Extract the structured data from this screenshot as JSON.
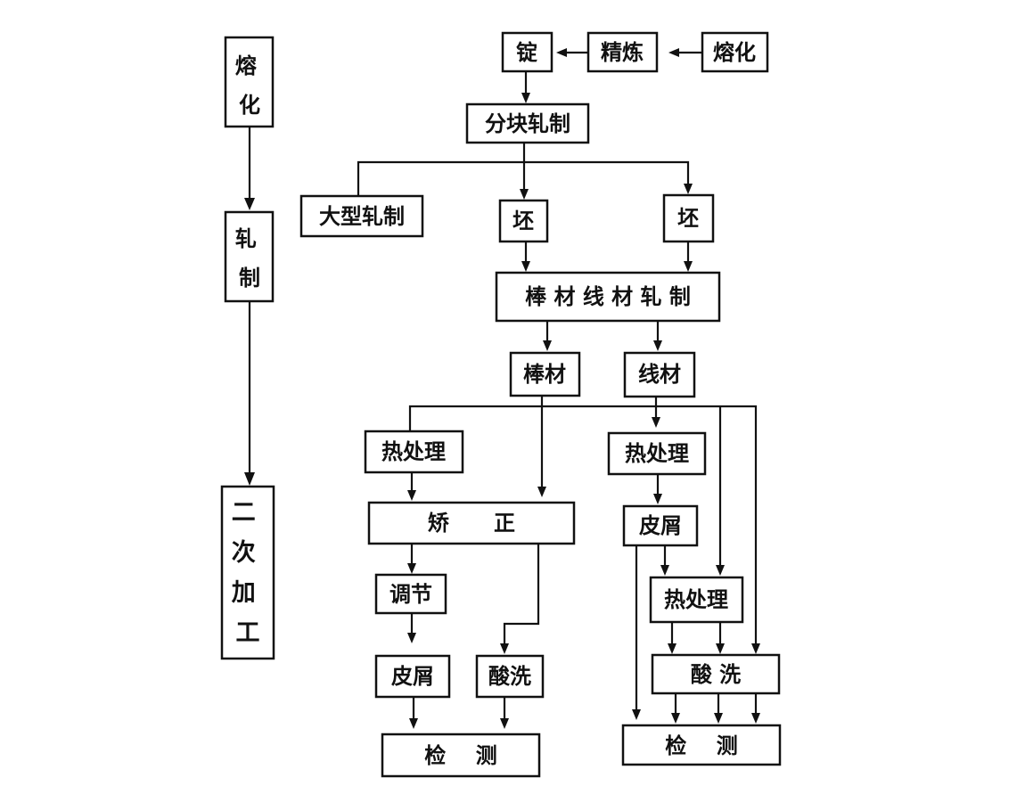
{
  "left_chain": {
    "melt": "熔\n化",
    "roll": "轧\n制",
    "secondary": "二\n次\n加\n工"
  },
  "top_row": {
    "ingot": "锭",
    "refine": "精炼",
    "melt": "熔化"
  },
  "billet_rolling": "分块轧制",
  "large_rolling": "大型轧制",
  "billet_a": "坯",
  "billet_b": "坯",
  "bar_wire_rolling": "棒 材 线 材 轧 制",
  "bar": "棒材",
  "wire": "线材",
  "bar_branch": {
    "heat_treat": "热处理",
    "straighten": "矫      正",
    "adjust": "调节",
    "peel": "皮屑",
    "pickle": "酸洗",
    "inspect": "检    测"
  },
  "wire_branch": {
    "heat_treat_1": "热处理",
    "peel": "皮屑",
    "heat_treat_2": "热处理",
    "pickle": "酸 洗",
    "inspect": "检    测"
  }
}
